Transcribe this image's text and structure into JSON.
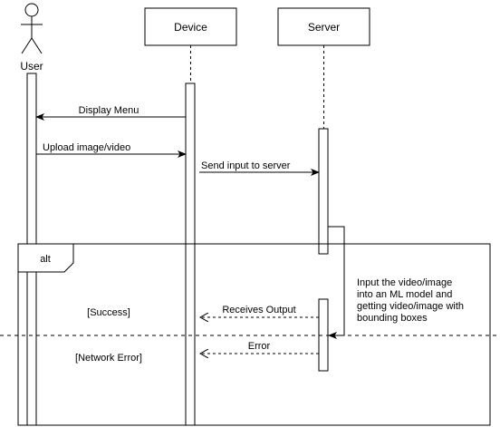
{
  "participants": {
    "user": "User",
    "device": "Device",
    "server": "Server"
  },
  "messages": {
    "display_menu": "Display Menu",
    "upload": "Upload image/video",
    "send_input": "Send input to server",
    "receives_output": "Receives Output",
    "error": "Error"
  },
  "self_message": {
    "lines": [
      "Input the video/image",
      "into an ML model and",
      "getting video/image with",
      "bounding boxes"
    ]
  },
  "fragment": {
    "operator": "alt",
    "guards": [
      "[Success]",
      "[Network Error]"
    ]
  }
}
